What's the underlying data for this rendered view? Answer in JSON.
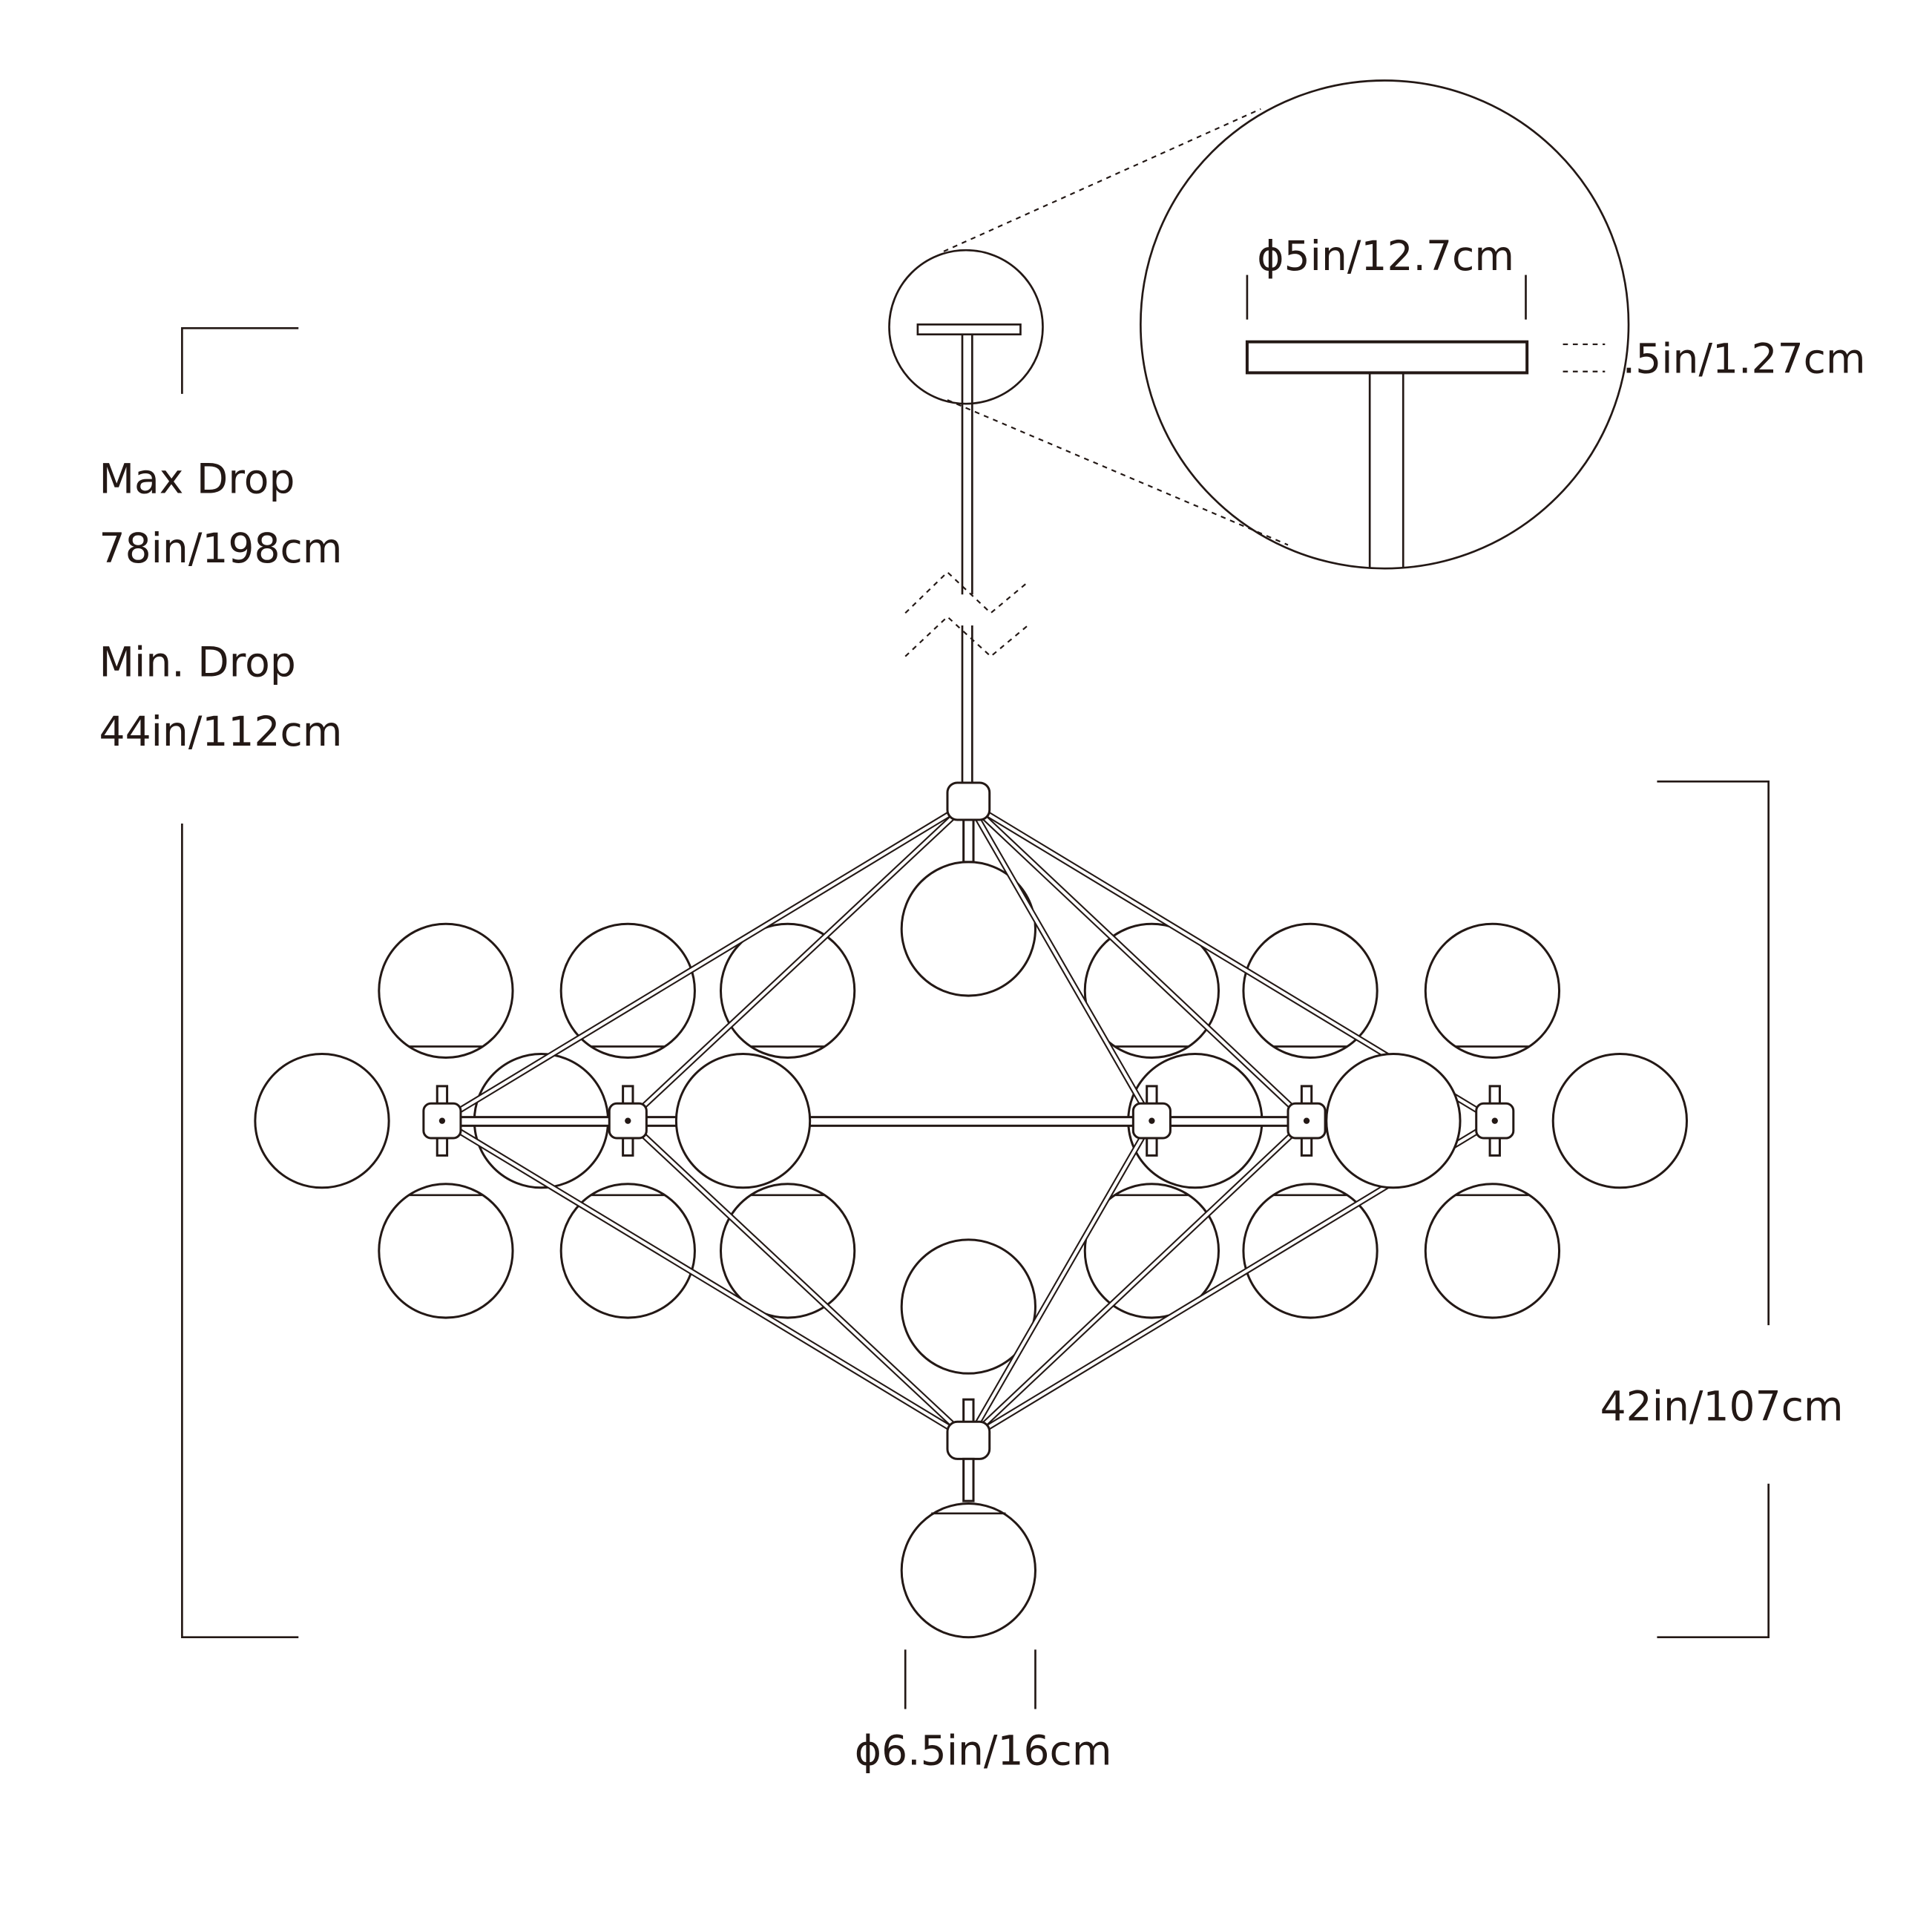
{
  "labels": {
    "max_drop_title": "Max Drop",
    "max_drop_value": "78in/198cm",
    "min_drop_title": "Min. Drop",
    "min_drop_value": "44in/112cm",
    "canopy_diameter": "ϕ5in/12.7cm",
    "canopy_thickness": ".5in/1.27cm",
    "fixture_height": "42in/107cm",
    "globe_diameter": "ϕ6.5in/16cm"
  },
  "colors": {
    "line": "#231815",
    "background": "#ffffff"
  }
}
